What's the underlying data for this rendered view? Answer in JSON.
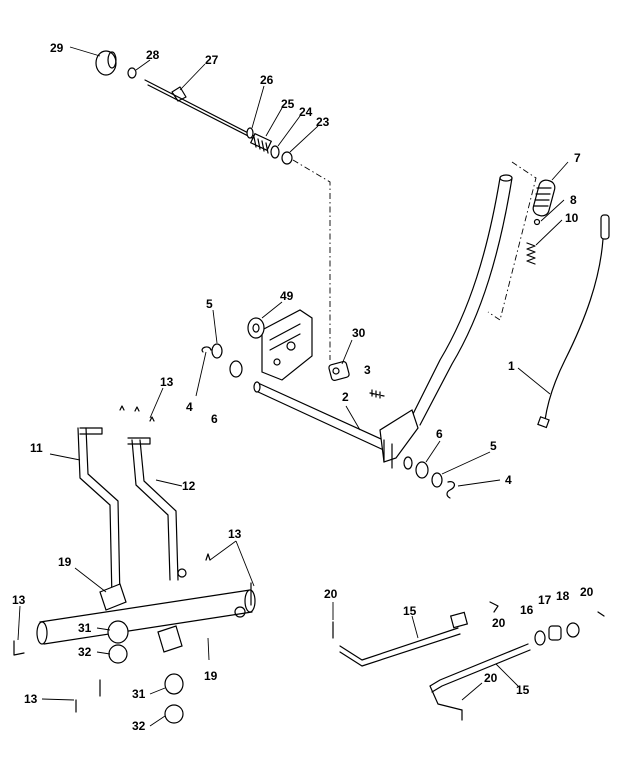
{
  "diagram": {
    "callouts": [
      {
        "id": "c29a",
        "text": "29"
      },
      {
        "id": "c28",
        "text": "28"
      },
      {
        "id": "c27",
        "text": "27"
      },
      {
        "id": "c26",
        "text": "26"
      },
      {
        "id": "c25",
        "text": "25"
      },
      {
        "id": "c24",
        "text": "24"
      },
      {
        "id": "c23",
        "text": "23"
      },
      {
        "id": "c7",
        "text": "7"
      },
      {
        "id": "c8",
        "text": "8"
      },
      {
        "id": "c10",
        "text": "10"
      },
      {
        "id": "c49",
        "text": "49"
      },
      {
        "id": "c5a",
        "text": "5"
      },
      {
        "id": "c30",
        "text": "30"
      },
      {
        "id": "c3",
        "text": "3"
      },
      {
        "id": "c1",
        "text": "1"
      },
      {
        "id": "c13a",
        "text": "13"
      },
      {
        "id": "c4a",
        "text": "4"
      },
      {
        "id": "c6a",
        "text": "6"
      },
      {
        "id": "c2",
        "text": "2"
      },
      {
        "id": "c6b",
        "text": "6"
      },
      {
        "id": "c5b",
        "text": "5"
      },
      {
        "id": "c4b",
        "text": "4"
      },
      {
        "id": "c11",
        "text": "11"
      },
      {
        "id": "c12",
        "text": "12"
      },
      {
        "id": "c13b",
        "text": "13"
      },
      {
        "id": "c19a",
        "text": "19"
      },
      {
        "id": "c13c",
        "text": "13"
      },
      {
        "id": "c31a",
        "text": "31"
      },
      {
        "id": "c32a",
        "text": "32"
      },
      {
        "id": "c19b",
        "text": "19"
      },
      {
        "id": "c13d",
        "text": "13"
      },
      {
        "id": "c31b",
        "text": "31"
      },
      {
        "id": "c32b",
        "text": "32"
      },
      {
        "id": "c20a",
        "text": "20"
      },
      {
        "id": "c15a",
        "text": "15"
      },
      {
        "id": "c20b",
        "text": "20"
      },
      {
        "id": "c16",
        "text": "16"
      },
      {
        "id": "c17",
        "text": "17"
      },
      {
        "id": "c18",
        "text": "18"
      },
      {
        "id": "c20c",
        "text": "20"
      },
      {
        "id": "c20d",
        "text": "20"
      },
      {
        "id": "c15b",
        "text": "15"
      }
    ]
  }
}
